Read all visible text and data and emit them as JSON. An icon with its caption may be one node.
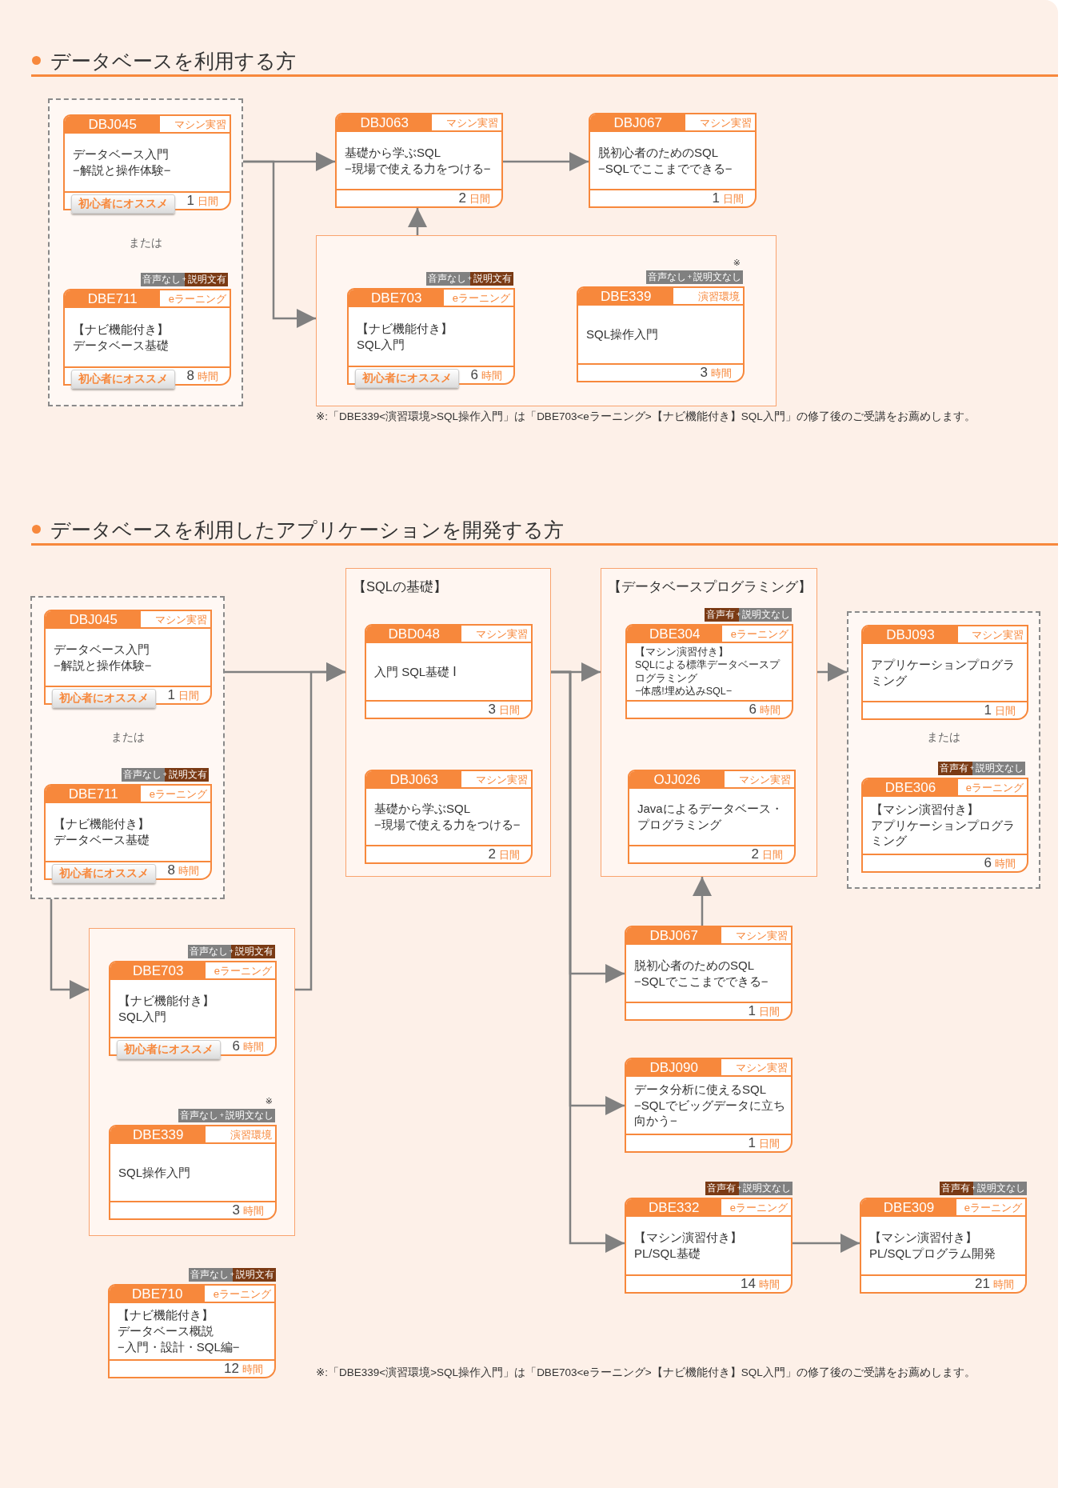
{
  "diagram": {
    "nodes": [
      {
        "text": [
          "または"
        ]
      },
      {
        "text": [
          "DBJ045",
          "マシン実習",
          "データベース入門−解説と操作体験−",
          "1日間",
          "初心者にオススメ"
        ],
        "in": 0
      },
      {
        "text": [
          "DBE711",
          "eラーニング",
          "【ナビ機能付き】データベース基礎",
          "8時間",
          "初心者にオススメ"
        ],
        "in": 0,
        "beside": [
          "音声なし+説明文有"
        ]
      },
      {
        "text": [
          "DBJ063",
          "マシン実習",
          "基礎から学ぶSQL−現場で使える力をつける−",
          "2日間"
        ]
      },
      {
        "text": [
          "DBJ067",
          "マシン実習",
          "脱初心者のためのSQL−SQLでここまでできる−",
          "1日間"
        ]
      },
      {
        "text": [],
        "shape": "box"
      },
      {
        "text": [
          "DBE703",
          "eラーニング",
          "【ナビ機能付き】SQL入門",
          "6時間",
          "初心者にオススメ"
        ],
        "in": 5,
        "beside": [
          "音声なし+説明文有"
        ]
      },
      {
        "text": [
          "DBE339",
          "演習環境",
          "SQL操作入門",
          "3時間"
        ],
        "in": 5,
        "beside": [
          "※",
          "音声なし+説明文なし"
        ]
      },
      {
        "text": [
          "または"
        ]
      },
      {
        "text": [
          "DBJ045",
          "マシン実習",
          "データベース入門−解説と操作体験−",
          "1日間",
          "初心者にオススメ"
        ],
        "in": 8
      },
      {
        "text": [
          "DBE711",
          "eラーニング",
          "【ナビ機能付き】データベース基礎",
          "8時間",
          "初心者にオススメ"
        ],
        "in": 8,
        "beside": [
          "音声なし+説明文有"
        ]
      },
      {
        "text": [
          "【SQLの基礎】"
        ]
      },
      {
        "text": [
          "DBD048",
          "マシン実習",
          "入門 SQL基礎 Ⅰ",
          "3日間"
        ],
        "in": 11
      },
      {
        "text": [
          "DBJ063",
          "マシン実習",
          "基礎から学ぶSQL−現場で使える力をつける−",
          "2日間"
        ],
        "in": 11
      },
      {
        "text": [
          "【データベースプログラミング】"
        ]
      },
      {
        "text": [
          "DBE304",
          "eラーニング",
          "【マシン演習付き】SQLによる標準データベースプログラミング−体感!埋め込みSQL−",
          "6時間"
        ],
        "in": 14,
        "beside": [
          "音声有+説明文なし"
        ]
      },
      {
        "text": [
          "OJJ026",
          "マシン実習",
          "Javaによるデータベース・プログラミング",
          "2日間"
        ],
        "in": 14
      },
      {
        "text": [
          "または"
        ]
      },
      {
        "text": [
          "DBJ093",
          "マシン実習",
          "アプリケーションプログラミング",
          "1日間"
        ],
        "in": 17
      },
      {
        "text": [
          "DBE306",
          "eラーニング",
          "【マシン演習付き】アプリケーションプログラミング",
          "6時間"
        ],
        "in": 17,
        "beside": [
          "音声有+説明文なし"
        ]
      },
      {
        "text": [],
        "shape": "box"
      },
      {
        "text": [
          "DBE703",
          "eラーニング",
          "【ナビ機能付き】SQL入門",
          "6時間",
          "初心者にオススメ"
        ],
        "in": 20,
        "beside": [
          "音声なし+説明文有"
        ]
      },
      {
        "text": [
          "DBE339",
          "演習環境",
          "SQL操作入門",
          "3時間"
        ],
        "in": 20,
        "beside": [
          "※",
          "音声なし+説明文なし"
        ]
      },
      {
        "text": [
          "DBE710",
          "eラーニング",
          "【ナビ機能付き】データベース概説−入門・設計・SQL編−",
          "12時間"
        ],
        "beside": [
          "音声なし+説明文有"
        ]
      },
      {
        "text": [
          "DBJ067",
          "マシン実習",
          "脱初心者のためのSQL−SQLでここまでできる−",
          "1日間"
        ]
      },
      {
        "text": [
          "DBJ090",
          "マシン実習",
          "データ分析に使えるSQL−SQLでビッグデータに立ち向かう−",
          "1日間"
        ]
      },
      {
        "text": [
          "DBE332",
          "eラーニング",
          "【マシン演習付き】PL/SQL基礎",
          "14時間"
        ],
        "beside": [
          "音声有+説明文なし"
        ]
      },
      {
        "text": [
          "DBE309",
          "eラーニング",
          "【マシン演習付き】PL/SQLプログラム開発",
          "21時間"
        ],
        "beside": [
          "音声有+説明文なし"
        ]
      }
    ],
    "edges": [
      {
        "from": 0,
        "to": 3,
        "arrow": "to"
      },
      {
        "from": 0,
        "to": 5,
        "arrow": "to"
      },
      {
        "from": 3,
        "to": 4,
        "arrow": "to"
      },
      {
        "from": 5,
        "to": 3,
        "arrow": "to"
      },
      {
        "from": 8,
        "to": 11,
        "arrow": "to"
      },
      {
        "from": 8,
        "to": 20,
        "arrow": "to"
      },
      {
        "from": 20,
        "to": 11,
        "arrow": "to"
      },
      {
        "from": 11,
        "to": 14,
        "arrow": "to"
      },
      {
        "from": 11,
        "to": 24,
        "arrow": "to"
      },
      {
        "from": 11,
        "to": 25,
        "arrow": "to"
      },
      {
        "from": 11,
        "to": 26,
        "arrow": "to"
      },
      {
        "from": 24,
        "to": 14,
        "arrow": "to"
      },
      {
        "from": 14,
        "to": 17,
        "arrow": "to"
      },
      {
        "from": 26,
        "to": 27,
        "arrow": "to"
      }
    ],
    "labels": [
      "データベースを利用する方",
      "※:「DBE339<演習環境>SQL操作入門」は「DBE703<eラーニング>【ナビ機能付き】SQL入門」の修了後のご受講をお薦めします。",
      "データベースを利用したアプリケーションを開発する方",
      "※:「DBE339<演習環境>SQL操作入門」は「DBE703<eラーニング>【ナビ機能付き】SQL入門」の修了後のご受講をお薦めします。"
    ]
  }
}
